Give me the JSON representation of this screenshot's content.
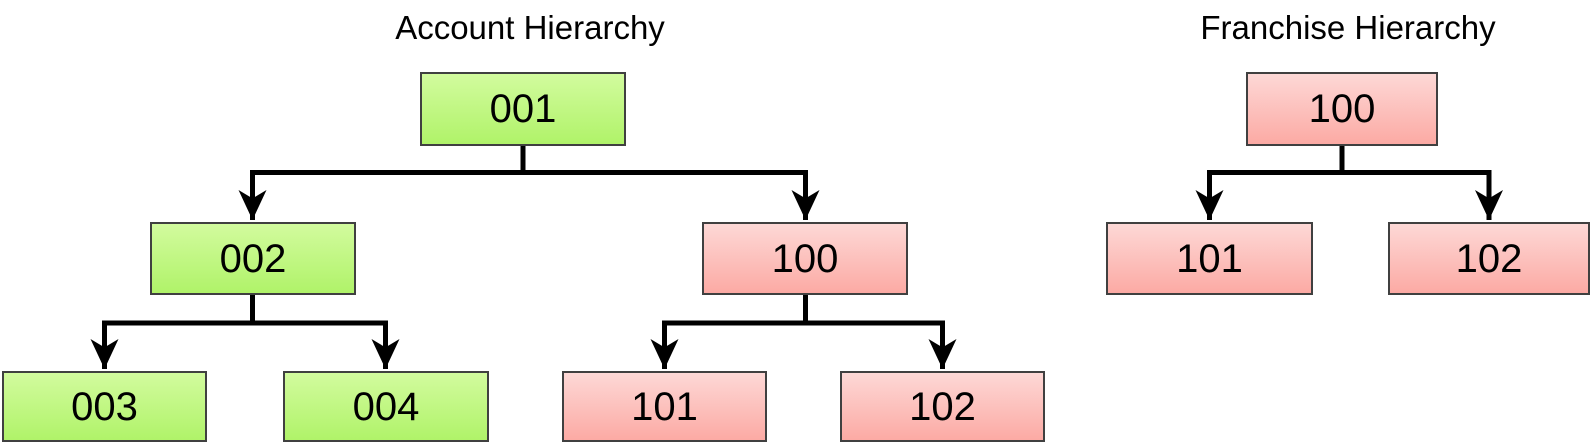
{
  "diagrams": [
    {
      "title": "Account Hierarchy",
      "nodes": [
        {
          "id": "001",
          "label": "001",
          "color": "green",
          "parent": null
        },
        {
          "id": "002",
          "label": "002",
          "color": "green",
          "parent": "001"
        },
        {
          "id": "100",
          "label": "100",
          "color": "pink",
          "parent": "001"
        },
        {
          "id": "003",
          "label": "003",
          "color": "green",
          "parent": "002"
        },
        {
          "id": "004",
          "label": "004",
          "color": "green",
          "parent": "002"
        },
        {
          "id": "101",
          "label": "101",
          "color": "pink",
          "parent": "100"
        },
        {
          "id": "102",
          "label": "102",
          "color": "pink",
          "parent": "100"
        }
      ]
    },
    {
      "title": "Franchise Hierarchy",
      "nodes": [
        {
          "id": "100",
          "label": "100",
          "color": "pink",
          "parent": null
        },
        {
          "id": "101",
          "label": "101",
          "color": "pink",
          "parent": "100"
        },
        {
          "id": "102",
          "label": "102",
          "color": "pink",
          "parent": "100"
        }
      ]
    }
  ],
  "colors": {
    "green_top": "#d2fb9e",
    "green_bottom": "#b0f369",
    "pink_top": "#fdd8d6",
    "pink_bottom": "#fcaaa4",
    "node_border": "#404040",
    "connector": "#000000",
    "text": "#000000",
    "background": "#ffffff"
  }
}
